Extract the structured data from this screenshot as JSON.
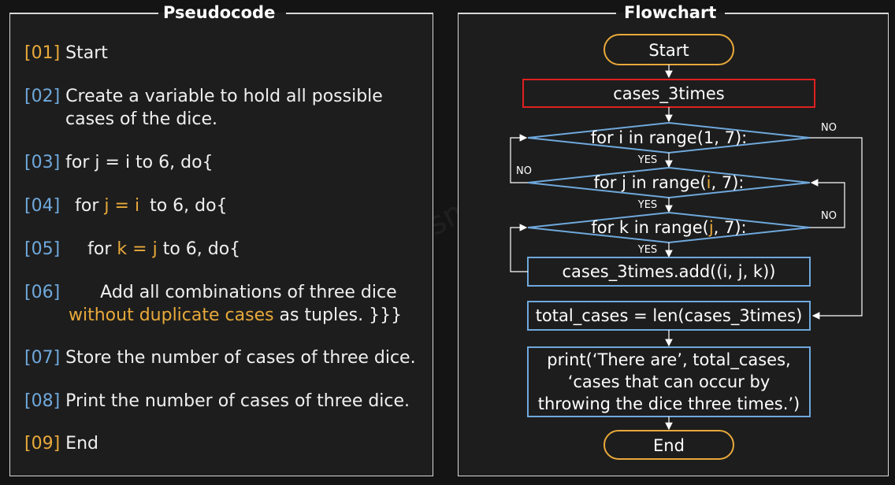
{
  "pseudocode": {
    "title": "Pseudocode",
    "steps": [
      {
        "num": "[01]",
        "text": "Start"
      },
      {
        "num": "[02]",
        "text": "Create a variable to hold all possible",
        "text2": "cases of the dice."
      },
      {
        "num": "[03]",
        "text": "for j = i to 6, do{"
      },
      {
        "num": "[04]",
        "pre": "for ",
        "hl": "j = i",
        "post": " to 6, do{"
      },
      {
        "num": "[05]",
        "pre": "for ",
        "hl": "k = j",
        "post": " to 6, do{"
      },
      {
        "num": "[06]",
        "text": "Add all combinations of three dice",
        "hl2": "without duplicate cases",
        "post2": " as tuples. }}}"
      },
      {
        "num": "[07]",
        "text": "Store the number of cases of three dice."
      },
      {
        "num": "[08]",
        "text": "Print the number of cases of three dice."
      },
      {
        "num": "[09]",
        "text": "End"
      }
    ]
  },
  "flowchart": {
    "title": "Flowchart",
    "start": "Start",
    "init": "cases_3times",
    "loop_i": "for i in range(1, 7):",
    "loop_j_pre": "for j in range(",
    "loop_j_var": "i",
    "loop_j_post": ", 7):",
    "loop_k_pre": "for k in range(",
    "loop_k_var": "j",
    "loop_k_post": ", 7):",
    "add": "cases_3times.add((i, j, k))",
    "total": "total_cases = len(cases_3times)",
    "print_lines": [
      "print(‘There are’, total_cases,",
      "‘cases that can occur by",
      "throwing the dice three times.’)"
    ],
    "end": "End",
    "yes": "YES",
    "no": "NO"
  },
  "colors": {
    "num_orange": "#e8a93a",
    "num_blue": "#6fa8dc",
    "box_blue": "#6fa8dc",
    "box_red": "#e02020"
  }
}
